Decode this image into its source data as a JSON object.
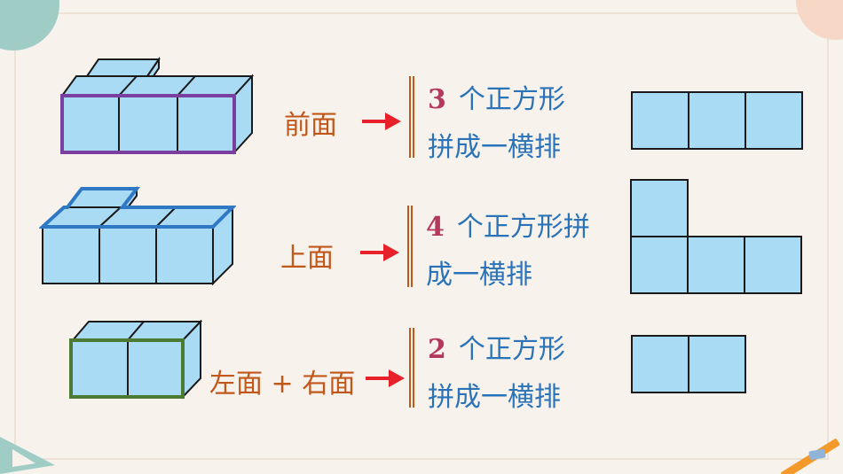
{
  "colors": {
    "background": "#f7f2ec",
    "cube_fill": "#aadbf5",
    "front_outline": "#7b3fa0",
    "top_outline": "#2f78c4",
    "side_outline": "#4c7a34",
    "label": "#c2571a",
    "description": "#2a73b8",
    "number": "#b43a5c",
    "arrow": "#e8202a"
  },
  "rows": [
    {
      "label": "前面",
      "number": "3",
      "line1": "个正方形",
      "line2": "拼成一横排"
    },
    {
      "label": "上面",
      "number": "4",
      "line1": "个正方形拼",
      "line2": "成一横排"
    },
    {
      "label": "左面 + 右面",
      "number": "2",
      "line1": "个正方形",
      "line2": "拼成一横排"
    }
  ]
}
